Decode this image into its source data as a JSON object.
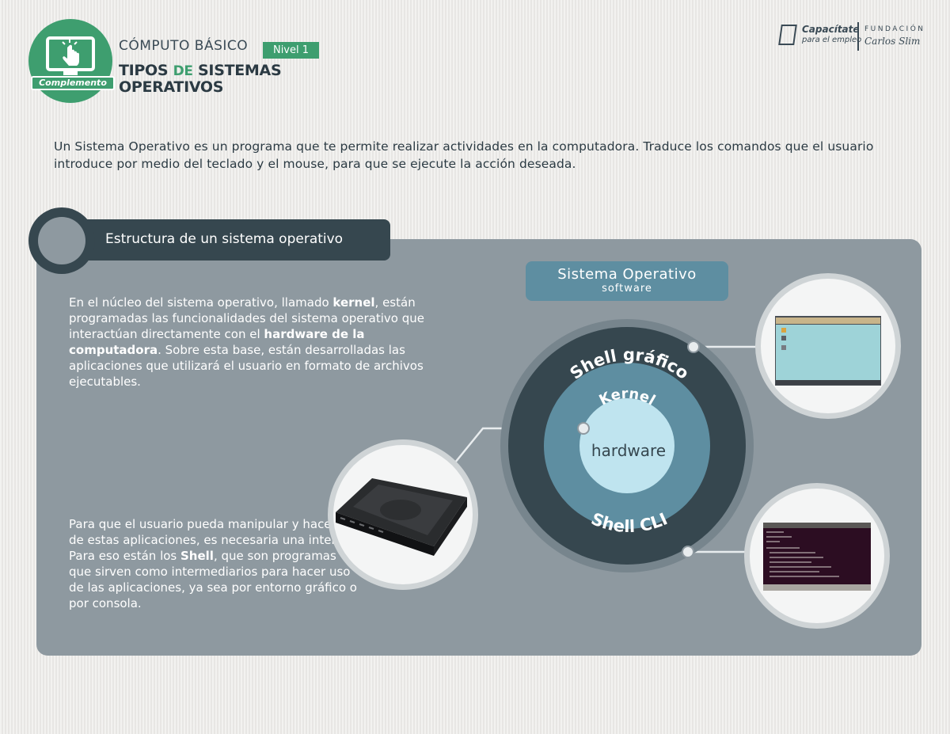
{
  "header": {
    "badge_label": "Complemento",
    "subject": "CÓMPUTO BÁSICO",
    "level": "Nivel 1",
    "title_part1": "TIPOS ",
    "title_de": "DE",
    "title_part2": " SISTEMAS OPERATIVOS",
    "brand_name": "Capacítate",
    "brand_tagline": "para el empleo",
    "foundation": "FUNDACIÓN",
    "foundation_signature": "Carlos Slim"
  },
  "intro": "Un Sistema Operativo es un programa que te permite realizar actividades en la computadora. Traduce los comandos que el usuario introduce por medio del teclado y el mouse, para que se ejecute la acción deseada.",
  "section": {
    "title": "Estructura de un sistema operativo"
  },
  "para1": {
    "t1": "En el núcleo del sistema operativo, llamado ",
    "b1": "kernel",
    "t2": ", están programadas las funcionalidades del sistema operativo que interactúan directamente con el ",
    "b2": "hardware de la computadora",
    "t3": ". Sobre esta base, están desarrolladas las aplicaciones que utilizará el usuario en formato de archivos ejecutables."
  },
  "para2": {
    "t1": "Para que el usuario pueda manipular y hacer uso de estas aplicaciones, es necesaria una interfaz. Para eso están los ",
    "b1": "Shell",
    "t2": ", que son programas que sirven como intermediarios para hacer uso de las aplicaciones, ya sea por entorno gráfico o por consola."
  },
  "diagram": {
    "pill_title": "Sistema Operativo",
    "pill_subtitle": "software",
    "ring_outer_label": "Shell gráfico",
    "ring_outer_bottom_label": "Shell CLI",
    "ring_middle_label": "Kernel",
    "core_label": "hardware"
  },
  "colors": {
    "green": "#3e9e6f",
    "dark_slate": "#36474f",
    "panel": "#8e99a0",
    "teal": "#5e8ea1",
    "light_blue": "#bfe4ef"
  }
}
